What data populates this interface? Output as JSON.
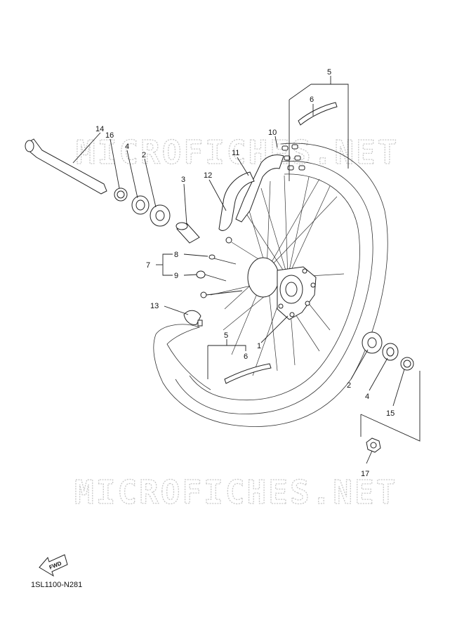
{
  "watermark": "MICROFICHES.NET",
  "drawing_code": "1SL1100-N281",
  "fwd_label": "FWD",
  "callouts": {
    "c1": "1",
    "c2a": "2",
    "c2b": "2",
    "c3": "3",
    "c4a": "4",
    "c4b": "4",
    "c5a": "5",
    "c5b": "5",
    "c6a": "6",
    "c6b": "6",
    "c7": "7",
    "c8": "8",
    "c9": "9",
    "c10": "10",
    "c11": "11",
    "c12": "12",
    "c13": "13",
    "c14": "14",
    "c15": "15",
    "c16": "16",
    "c17": "17"
  }
}
